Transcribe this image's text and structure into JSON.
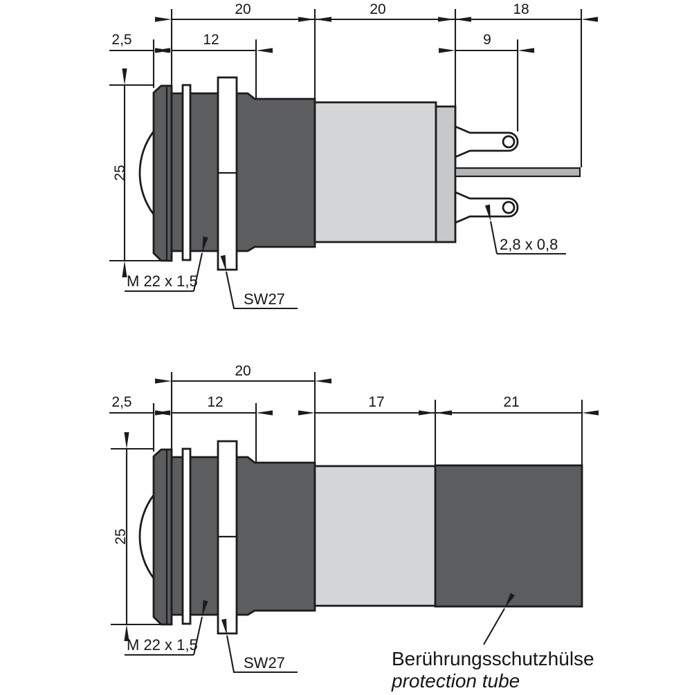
{
  "drawing": {
    "views": {
      "top": {
        "dims": {
          "thread_section_len": "20",
          "housing_len": "20",
          "terminal_section_len": "18",
          "bezel_thickness": "2,5",
          "thread_len": "12",
          "terminal_len": "9",
          "bezel_diameter": "25"
        },
        "labels": {
          "thread": "M 22 x 1,5",
          "wrench_size": "SW27",
          "terminal_size": "2,8 x 0,8"
        }
      },
      "bottom": {
        "dims": {
          "thread_section_len": "20",
          "bezel_thickness": "2,5",
          "thread_len": "12",
          "housing_len": "17",
          "tube_len": "21",
          "bezel_diameter": "25"
        },
        "labels": {
          "thread": "M 22 x 1,5",
          "wrench_size": "SW27",
          "tube_de": "Berührungsschutzhülse",
          "tube_en": "protection tube"
        }
      }
    },
    "colors": {
      "body_dark": "#5c5d5f",
      "body_light": "#d5d6d8",
      "end_cap": "#c7c8ca",
      "center_pin": "#b3b4b6",
      "line": "#1c1c1c",
      "background": "#ffffff"
    }
  }
}
